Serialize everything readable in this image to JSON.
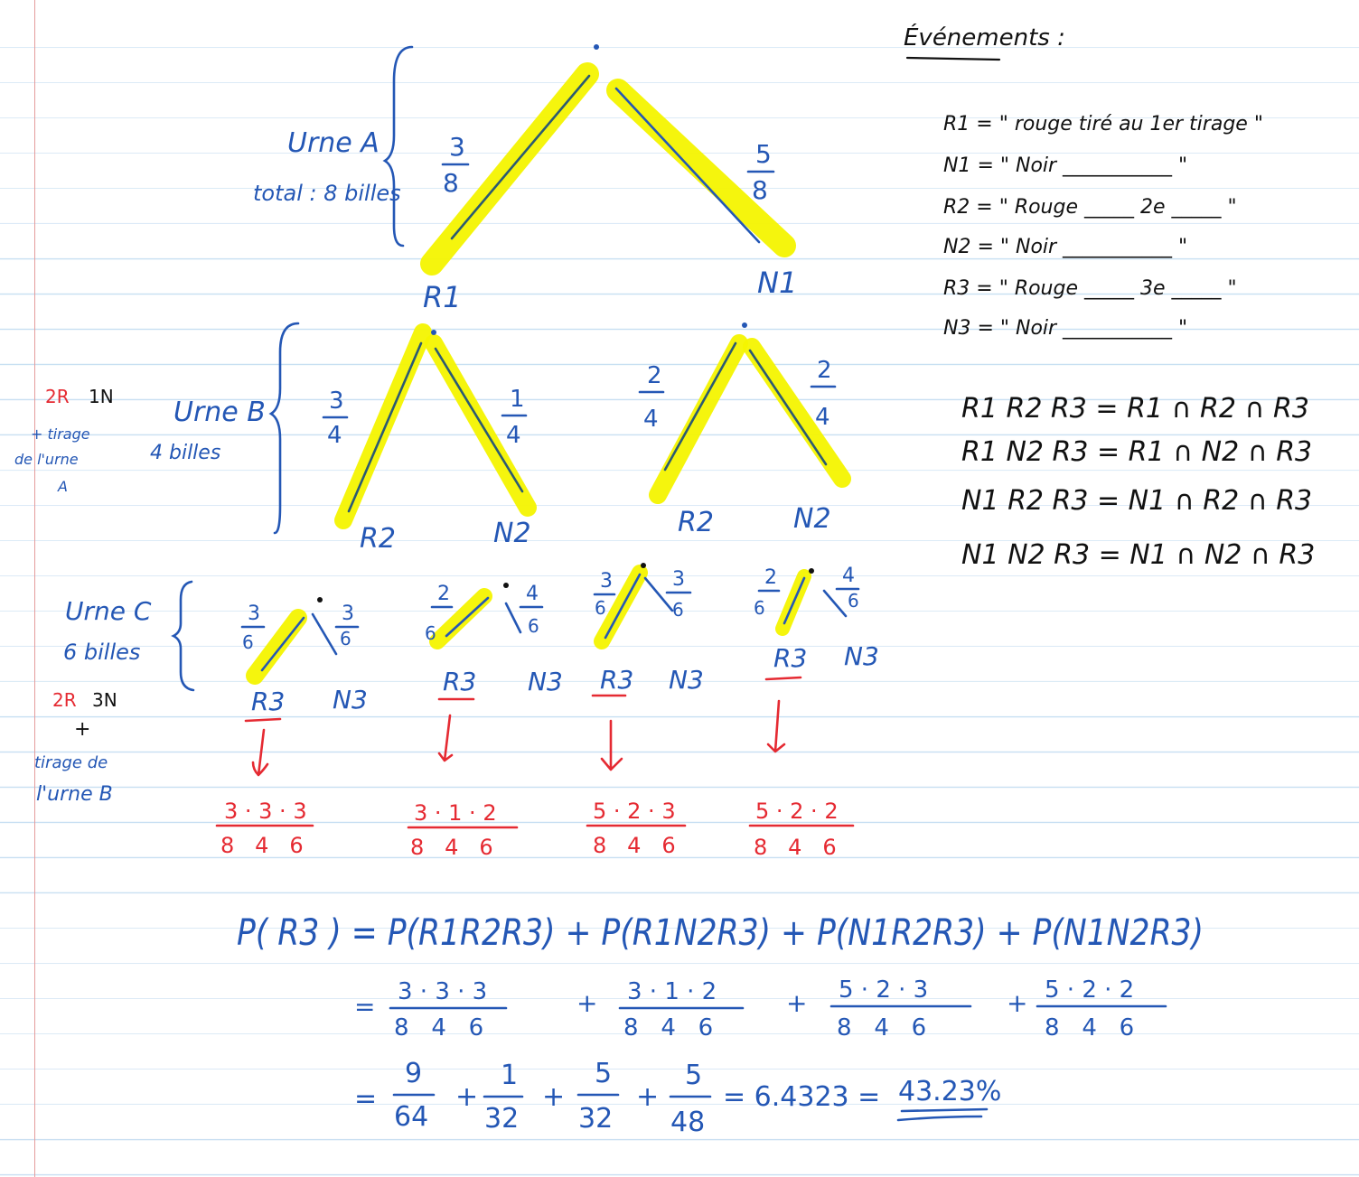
{
  "urns": {
    "a": {
      "name": "Urne A",
      "total": "total : 8 billes"
    },
    "b": {
      "name": "Urne B",
      "total": "4 billes",
      "content_red": "2R",
      "content_black": "1N",
      "note": [
        "+ tirage",
        "de l'urne",
        "A"
      ]
    },
    "c": {
      "name": "Urne C",
      "total": "6 billes",
      "content_red": "2R",
      "content_black": "3N",
      "plus": "+",
      "note": [
        "tirage de",
        "l'urne B"
      ]
    }
  },
  "tree": {
    "level1": {
      "left_prob": [
        "3",
        "8"
      ],
      "right_prob": [
        "5",
        "8"
      ],
      "left_node": "R1",
      "right_node": "N1"
    },
    "level2": [
      {
        "left_prob": [
          "3",
          "4"
        ],
        "right_prob": [
          "1",
          "4"
        ],
        "left_node": "R2",
        "right_node": "N2"
      },
      {
        "left_prob": [
          "2",
          "4"
        ],
        "right_prob": [
          "2",
          "4"
        ],
        "left_node": "R2",
        "right_node": "N2"
      }
    ],
    "level3": [
      {
        "left_prob": [
          "3",
          "6"
        ],
        "right_prob": [
          "3",
          "6"
        ],
        "left_node": "R3",
        "right_node": "N3"
      },
      {
        "left_prob": [
          "2",
          "6"
        ],
        "right_prob": [
          "4",
          "6"
        ],
        "left_node": "R3",
        "right_node": "N3"
      },
      {
        "left_prob": [
          "3",
          "6"
        ],
        "right_prob": [
          "3",
          "6"
        ],
        "left_node": "R3",
        "right_node": "N3"
      },
      {
        "left_prob": [
          "2",
          "6"
        ],
        "right_prob": [
          "4",
          "6"
        ],
        "left_node": "R3",
        "right_node": "N3"
      }
    ],
    "path_products": [
      {
        "num": "3 · 3 · 3",
        "den": "8   4   6"
      },
      {
        "num": "3 · 1 · 2",
        "den": "8   4   6"
      },
      {
        "num": "5 · 2 · 3",
        "den": "8   4   6"
      },
      {
        "num": "5 · 2 · 2",
        "den": "8   4   6"
      }
    ]
  },
  "events": {
    "title": "Événements :",
    "defs": [
      "R1 = \" rouge tiré au 1er tirage \"",
      "N1 = \" Noir ___________ \"",
      "R2 = \" Rouge _____ 2e _____ \"",
      "N2 = \" Noir ___________ \"",
      "R3 = \" Rouge _____ 3e _____ \"",
      "N3 = \" Noir ___________ \""
    ],
    "intersections": [
      "R1 R2 R3 = R1 ∩ R2 ∩ R3",
      "R1 N2 R3 = R1 ∩ N2 ∩ R3",
      "N1 R2 R3 = N1 ∩ R2 ∩ R3",
      "N1 N2 R3 = N1 ∩ N2 ∩ R3"
    ]
  },
  "formula": {
    "line1": "P( R3 ) = P(R1R2R3) + P(R1N2R3) + P(N1R2R3) + P(N1N2R3)",
    "line2_terms": [
      {
        "num": "3 · 3 · 3",
        "den": "8   4   6"
      },
      {
        "num": "3 · 1 · 2",
        "den": "8   4   6"
      },
      {
        "num": "5 · 2 · 3",
        "den": "8   4   6"
      },
      {
        "num": "5 · 2 · 2",
        "den": "8   4   6"
      }
    ],
    "line3_terms": [
      {
        "num": "9",
        "den": "64"
      },
      {
        "num": "1",
        "den": "32"
      },
      {
        "num": "5",
        "den": "32"
      },
      {
        "num": "5",
        "den": "48"
      }
    ],
    "line3_value": "= 6.4323 =",
    "result": "43.23%"
  },
  "colors": {
    "ink_blue": "#2457b5",
    "ink_red": "#e52a32",
    "highlight": "#f4f400",
    "rule": "#c7dff2",
    "margin": "#e49c9c"
  }
}
